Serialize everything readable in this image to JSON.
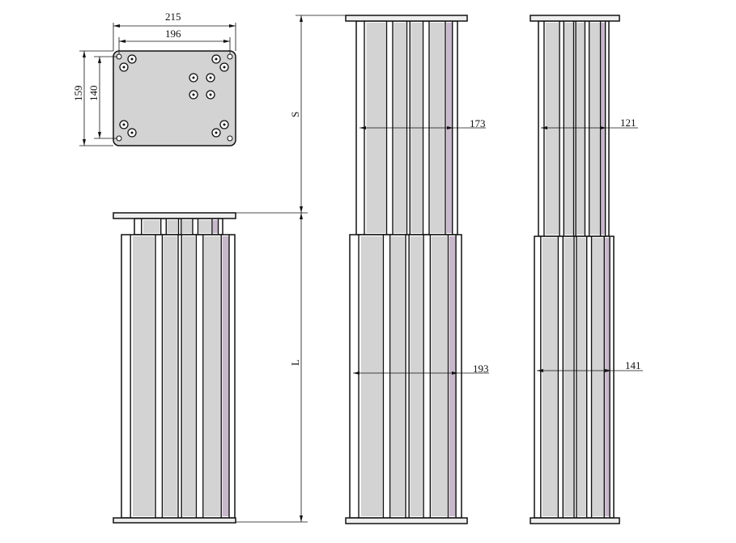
{
  "top_view": {
    "width_outer": "215",
    "width_holes": "196",
    "height_outer": "159",
    "height_holes": "140"
  },
  "stroke_label": "S",
  "length_label": "L",
  "middle_column": {
    "inner_width": "173",
    "outer_width": "193"
  },
  "right_column": {
    "inner_width": "121",
    "outer_width": "141"
  },
  "colors": {
    "fill": "#d3d3d3",
    "accent": "#c8b8cc",
    "line": "#111111"
  }
}
